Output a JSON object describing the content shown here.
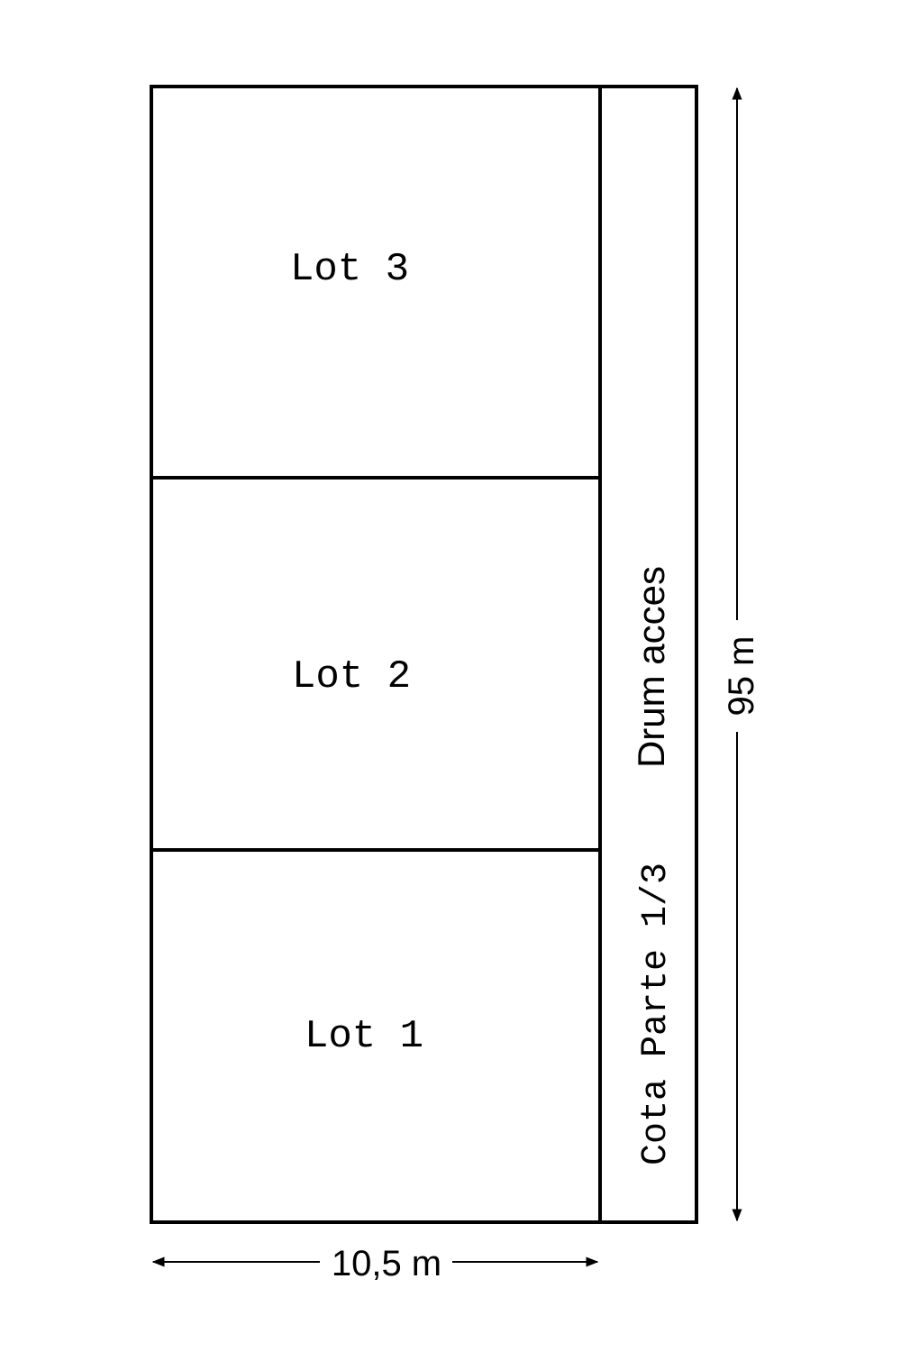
{
  "plan": {
    "lots": [
      {
        "label": "Lot 3"
      },
      {
        "label": "Lot 2"
      },
      {
        "label": "Lot 1"
      }
    ],
    "access_road": {
      "name": "Drum acces",
      "share": "Cota Parte 1/3"
    },
    "dimensions": {
      "width": "10,5 m",
      "length": "95 m"
    }
  }
}
